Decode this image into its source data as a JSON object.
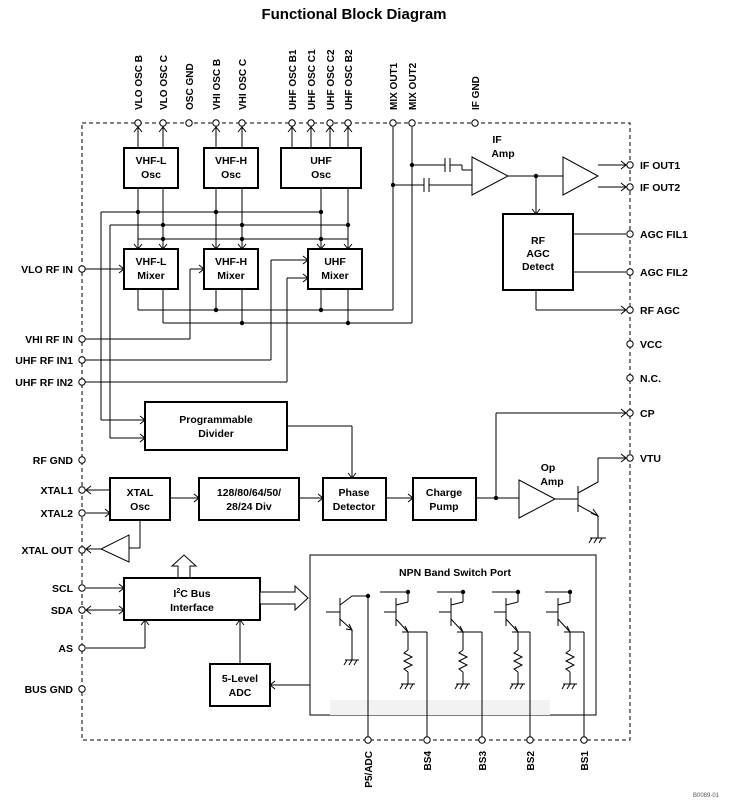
{
  "title": "Functional Block Diagram",
  "top_pins": [
    "VLO OSC B",
    "VLO OSC C",
    "OSC GND",
    "VHI OSC B",
    "VHI OSC C",
    "UHF OSC B1",
    "UHF OSC C1",
    "UHF OSC C2",
    "UHF OSC B2",
    "MIX OUT1",
    "MIX OUT2",
    "IF GND"
  ],
  "left_pins": [
    "VLO RF IN",
    "VHI RF IN",
    "UHF RF IN1",
    "UHF RF IN2",
    "RF GND",
    "XTAL1",
    "XTAL2",
    "XTAL OUT",
    "SCL",
    "SDA",
    "AS",
    "BUS GND"
  ],
  "right_pins": [
    "IF OUT1",
    "IF OUT2",
    "AGC FIL1",
    "AGC FIL2",
    "RF AGC",
    "VCC",
    "N.C.",
    "CP",
    "VTU"
  ],
  "bottom_pins": [
    "P5/ADC",
    "BS4",
    "BS3",
    "BS2",
    "BS1"
  ],
  "blocks": {
    "vhfl_osc": [
      "VHF-L",
      "Osc"
    ],
    "vhfh_osc": [
      "VHF-H",
      "Osc"
    ],
    "uhf_osc": [
      "UHF",
      "Osc"
    ],
    "vhfl_mixer": [
      "VHF-L",
      "Mixer"
    ],
    "vhfh_mixer": [
      "VHF-H",
      "Mixer"
    ],
    "uhf_mixer": [
      "UHF",
      "Mixer"
    ],
    "rf_agc": [
      "RF",
      "AGC",
      "Detect"
    ],
    "prog_divider": [
      "Programmable",
      "Divider"
    ],
    "xtal_osc": [
      "XTAL",
      "Osc"
    ],
    "ref_div": [
      "128/80/64/50/",
      "28/24 Div"
    ],
    "phase_det": [
      "Phase",
      "Detector"
    ],
    "charge_pump": [
      "Charge",
      "Pump"
    ],
    "i2c_main": "I",
    "i2c_sup": "2",
    "i2c_rest": "C Bus",
    "i2c_line2": "Interface",
    "adc": [
      "5-Level",
      "ADC"
    ]
  },
  "if_amp": [
    "IF",
    "Amp"
  ],
  "op_amp": [
    "Op",
    "Amp"
  ],
  "npn_title": "NPN Band Switch Port",
  "doc_number": "B0089-01"
}
